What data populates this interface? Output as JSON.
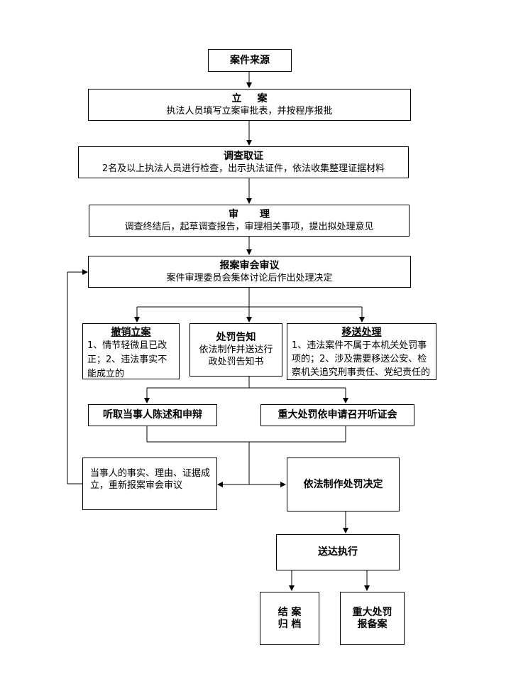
{
  "flowchart": {
    "source": {
      "title": "案件来源"
    },
    "filing": {
      "title": "立案",
      "desc": "执法人员填写立案审批表，并按程序报批"
    },
    "investigation": {
      "title": "调查取证",
      "desc": "2名及以上执法人员进行检查，出示执法证件，依法收集整理证据材料"
    },
    "review": {
      "title": "审理",
      "desc": "调查终结后，起草调查报告，审理相关事项，提出拟处理意见"
    },
    "committee": {
      "title": "报案审会审议",
      "desc": "案件审理委员会集体讨论后作出处理决定"
    },
    "revoke": {
      "title": "撤销立案",
      "desc": "1、情节轻微且已改正；2、违法事实不能成立的"
    },
    "notice": {
      "title": "处罚告知",
      "desc": "依法制作并送达行政处罚告知书"
    },
    "transfer": {
      "title": "移送处理",
      "desc": "1、违法案件不属于本机关处罚事项的；2、涉及需要移送公安、检察机关追究刑事责任、党纪责任的"
    },
    "statement": {
      "title": "听取当事人陈述和申辩"
    },
    "hearing": {
      "title": "重大处罚依申请召开听证会"
    },
    "rereview": {
      "desc": "当事人的事实、理由、证据成立，重新报案审会审议"
    },
    "decision": {
      "title": "依法制作处罚决定"
    },
    "delivery": {
      "title": "送达执行"
    },
    "archive": {
      "line1": "结 案",
      "line2": "归 档"
    },
    "report": {
      "line1": "重大处罚",
      "line2": "报备案"
    }
  }
}
